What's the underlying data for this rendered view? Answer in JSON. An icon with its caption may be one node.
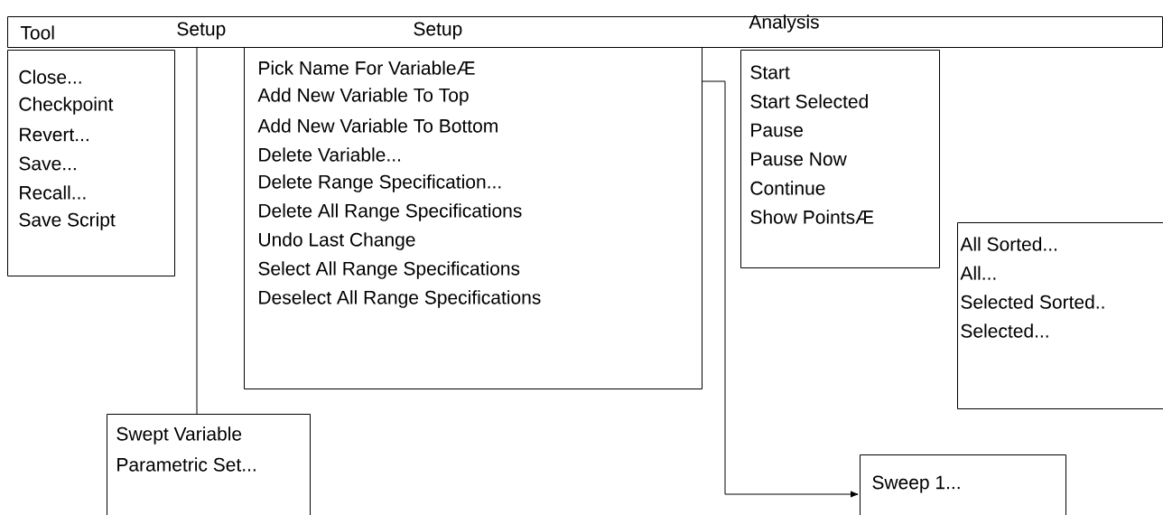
{
  "diagram": {
    "nodes": [
      {
        "text": [
          "Tool",
          "Setup",
          "Setup",
          "Analysis"
        ]
      },
      {
        "text": [
          "Close...",
          "Checkpoint",
          "Revert...",
          "Save...",
          "Recall...",
          "Save Script"
        ]
      },
      {
        "text": [
          "Pick Name For VariableÆ",
          "Add New Variable To Top",
          "Add New Variable To Bottom",
          "Delete Variable...",
          "Delete Range Specification...",
          "Delete All Range Specifications",
          "Undo Last Change",
          "Select All Range Specifications",
          "Deselect All Range Specifications"
        ]
      },
      {
        "text": [
          "Start",
          "Start Selected",
          "Pause",
          "Pause Now",
          "Continue",
          "Show PointsÆ"
        ]
      },
      {
        "text": [
          "All Sorted...",
          "All...",
          "Selected Sorted..",
          "Selected..."
        ]
      },
      {
        "text": [
          "Swept Variable",
          "Parametric Set..."
        ]
      },
      {
        "text": [
          "Sweep 1..."
        ]
      }
    ],
    "edges": [
      {
        "from": 0,
        "to": 5,
        "arrow": "none"
      },
      {
        "from": 2,
        "to": 6,
        "arrow": "to"
      }
    ]
  }
}
